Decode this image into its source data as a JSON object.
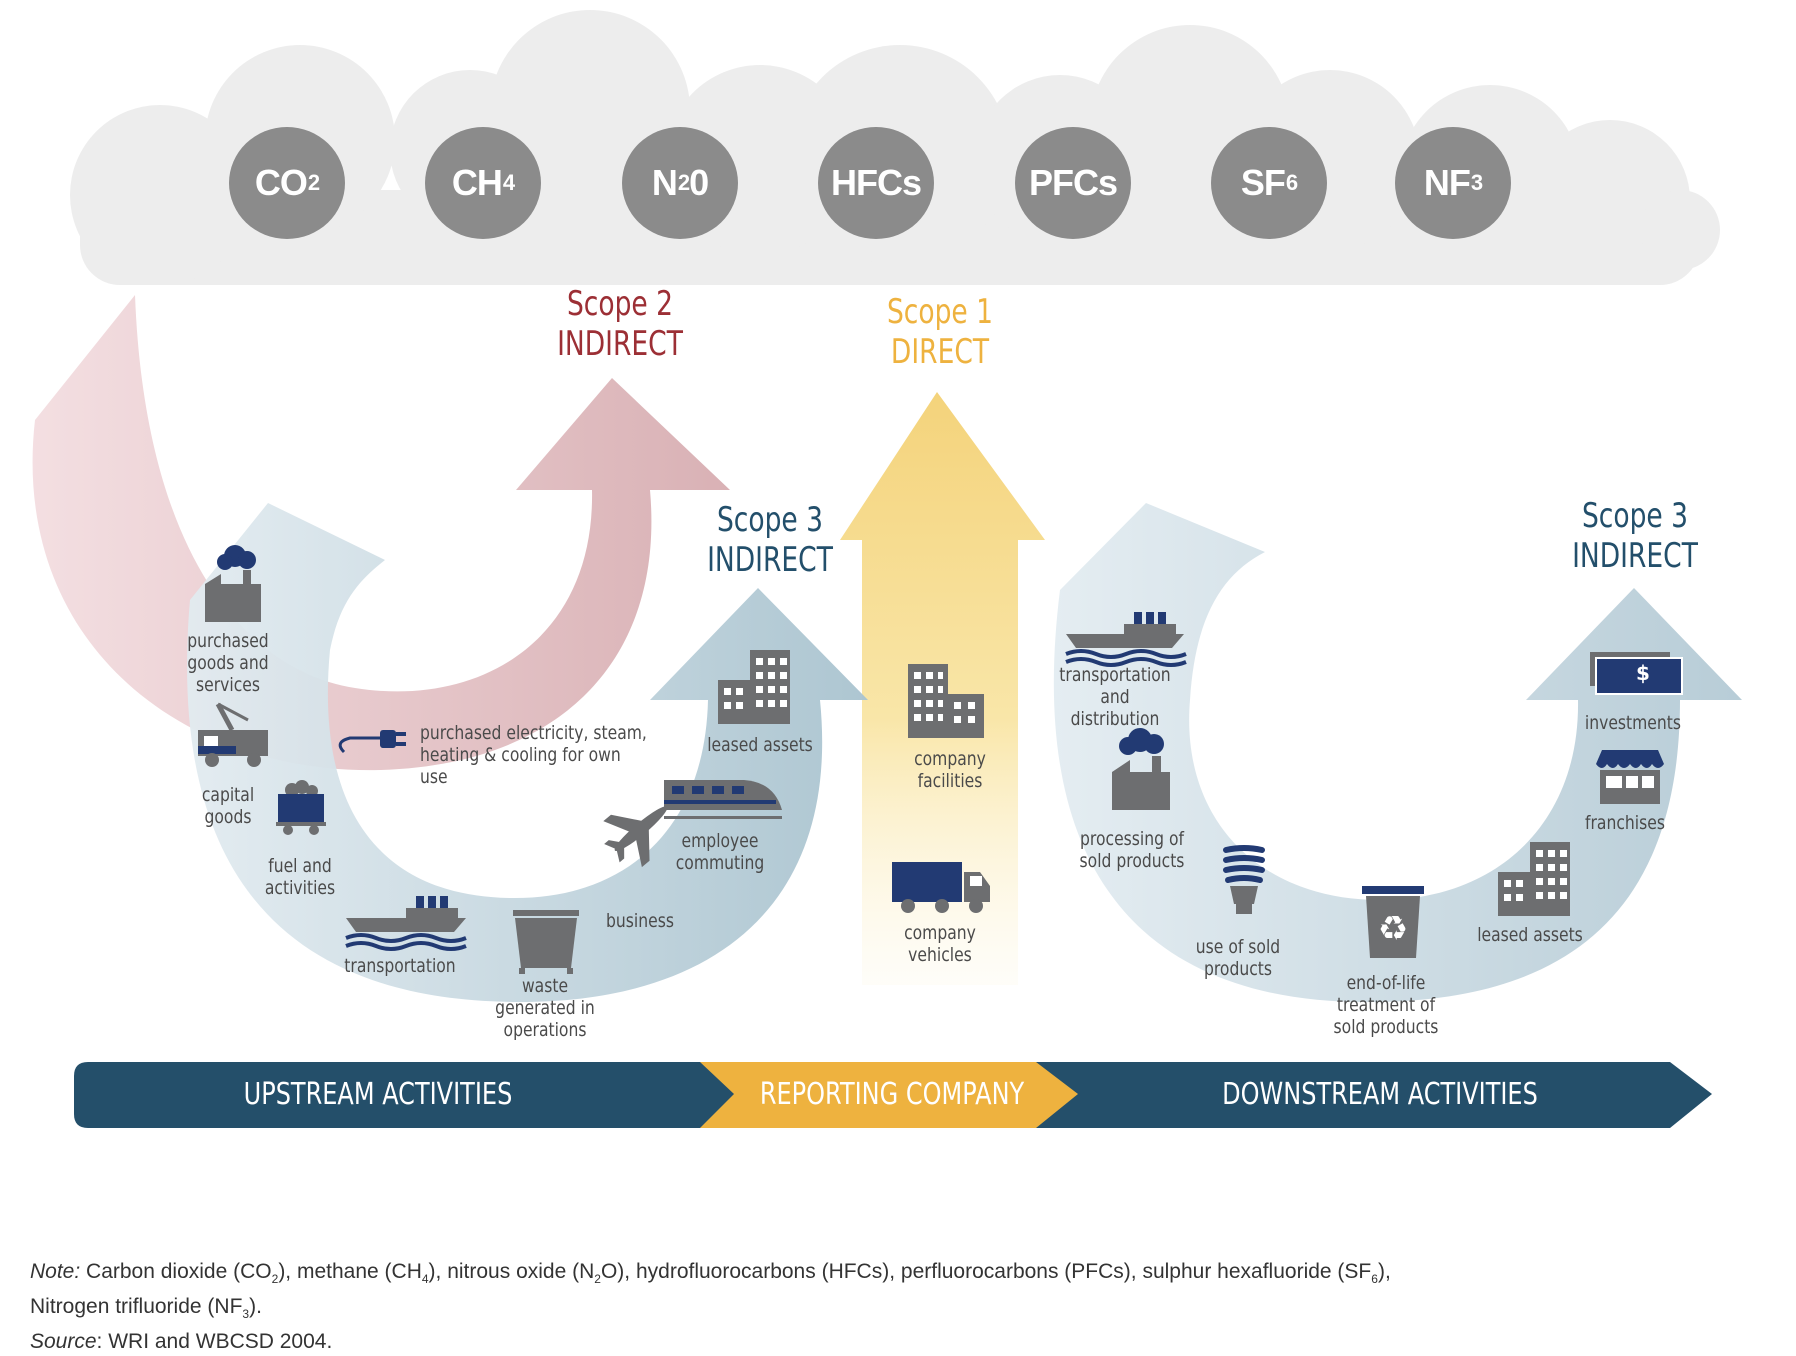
{
  "gases": [
    {
      "base": "CO",
      "sub": "2"
    },
    {
      "base": "CH",
      "sub": "4"
    },
    {
      "base": "N",
      "sub": "2",
      "tail": "0"
    },
    {
      "base": "HFCs",
      "sub": ""
    },
    {
      "base": "PFCs",
      "sub": ""
    },
    {
      "base": "SF",
      "sub": "6"
    },
    {
      "base": "NF",
      "sub": "3"
    }
  ],
  "scopes": {
    "scope2": {
      "line1": "Scope 2",
      "line2": "INDIRECT",
      "color": "#9c2f35"
    },
    "scope1": {
      "line1": "Scope 1",
      "line2": "DIRECT",
      "color": "#eeb23f"
    },
    "scope3_up": {
      "line1": "Scope 3",
      "line2": "INDIRECT",
      "color": "#234f6b"
    },
    "scope3_down": {
      "line1": "Scope 3",
      "line2": "INDIRECT",
      "color": "#234f6b"
    }
  },
  "upstream_items": {
    "purchased_goods": "purchased\ngoods and\nservices",
    "capital_goods": "capital\ngoods",
    "fuel": "fuel and\nactivities",
    "transportation": "transportation",
    "waste": "waste\ngenerated in\noperations",
    "business": "business",
    "employee_commuting": "employee\ncommuting",
    "leased_assets": "leased assets",
    "electricity": "purchased electricity, steam,\nheating & cooling for own use"
  },
  "company_items": {
    "facilities": "company\nfacilities",
    "vehicles": "company\nvehicles"
  },
  "downstream_items": {
    "transport_dist": "transportation\nand distribution",
    "processing": "processing of\nsold products",
    "use": "use of sold\nproducts",
    "end_of_life": "end-of-life\ntreatment of\nsold products",
    "leased_assets": "leased assets",
    "franchises": "franchises",
    "investments": "investments",
    "dollar": "$"
  },
  "band": {
    "upstream": "UPSTREAM ACTIVITIES",
    "reporting": "REPORTING COMPANY",
    "downstream": "DOWNSTREAM ACTIVITIES",
    "colors": {
      "dark": "#244f6a",
      "gold": "#eeb23f"
    }
  },
  "note": {
    "note_label": "Note:",
    "line1_parts": [
      " Carbon dioxide (CO",
      "2",
      "), methane (CH",
      "4",
      "), nitrous oxide (N",
      "2",
      "O), hydrofluorocarbons (HFCs), perfluorocarbons (PFCs), sulphur hexafluoride (SF",
      "6",
      "),"
    ],
    "line2_parts": [
      "Nitrogen trifluoride (NF",
      "3",
      ")."
    ],
    "source_label": "Source",
    "source_text": ": WRI and WBCSD 2004."
  }
}
